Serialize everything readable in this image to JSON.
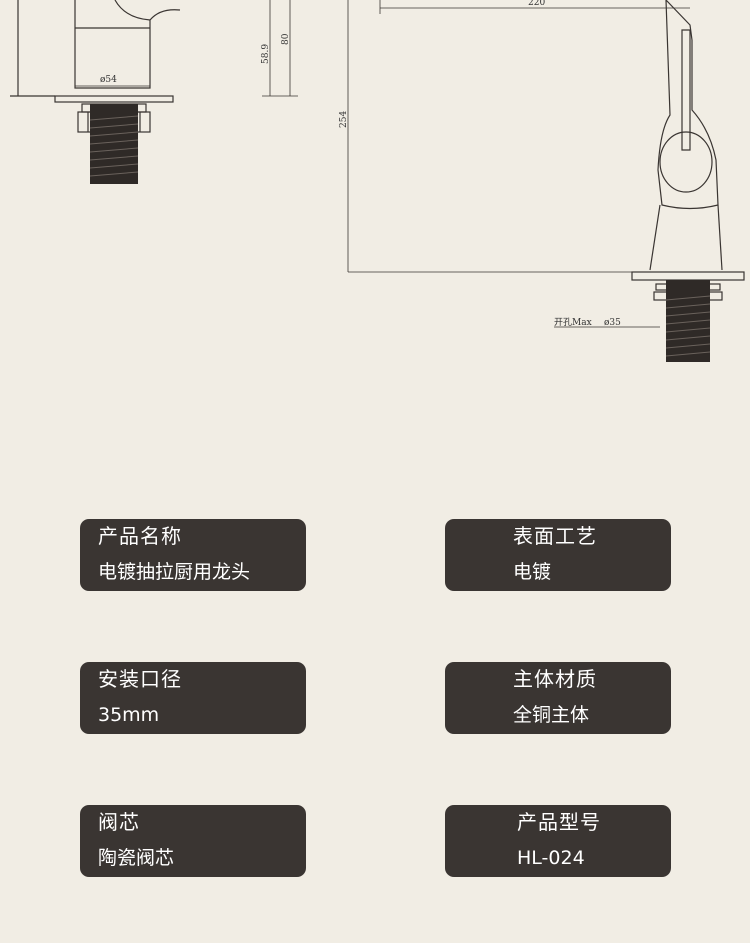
{
  "drawing": {
    "dim_220": "220",
    "dim_80": "80",
    "dim_58_9": "58.9",
    "dim_54": "ø54",
    "dim_254": "254",
    "hole_label": "开孔Max",
    "dim_35": "ø35"
  },
  "specs": [
    {
      "title": "产品名称",
      "value": "电镀抽拉厨用龙头"
    },
    {
      "title": "表面工艺",
      "value": "电镀"
    },
    {
      "title": "安装口径",
      "value": "35mm"
    },
    {
      "title": "主体材质",
      "value": "全铜主体"
    },
    {
      "title": "阀芯",
      "value": "陶瓷阀芯"
    },
    {
      "title": "产品型号",
      "value": "HL-024"
    }
  ]
}
